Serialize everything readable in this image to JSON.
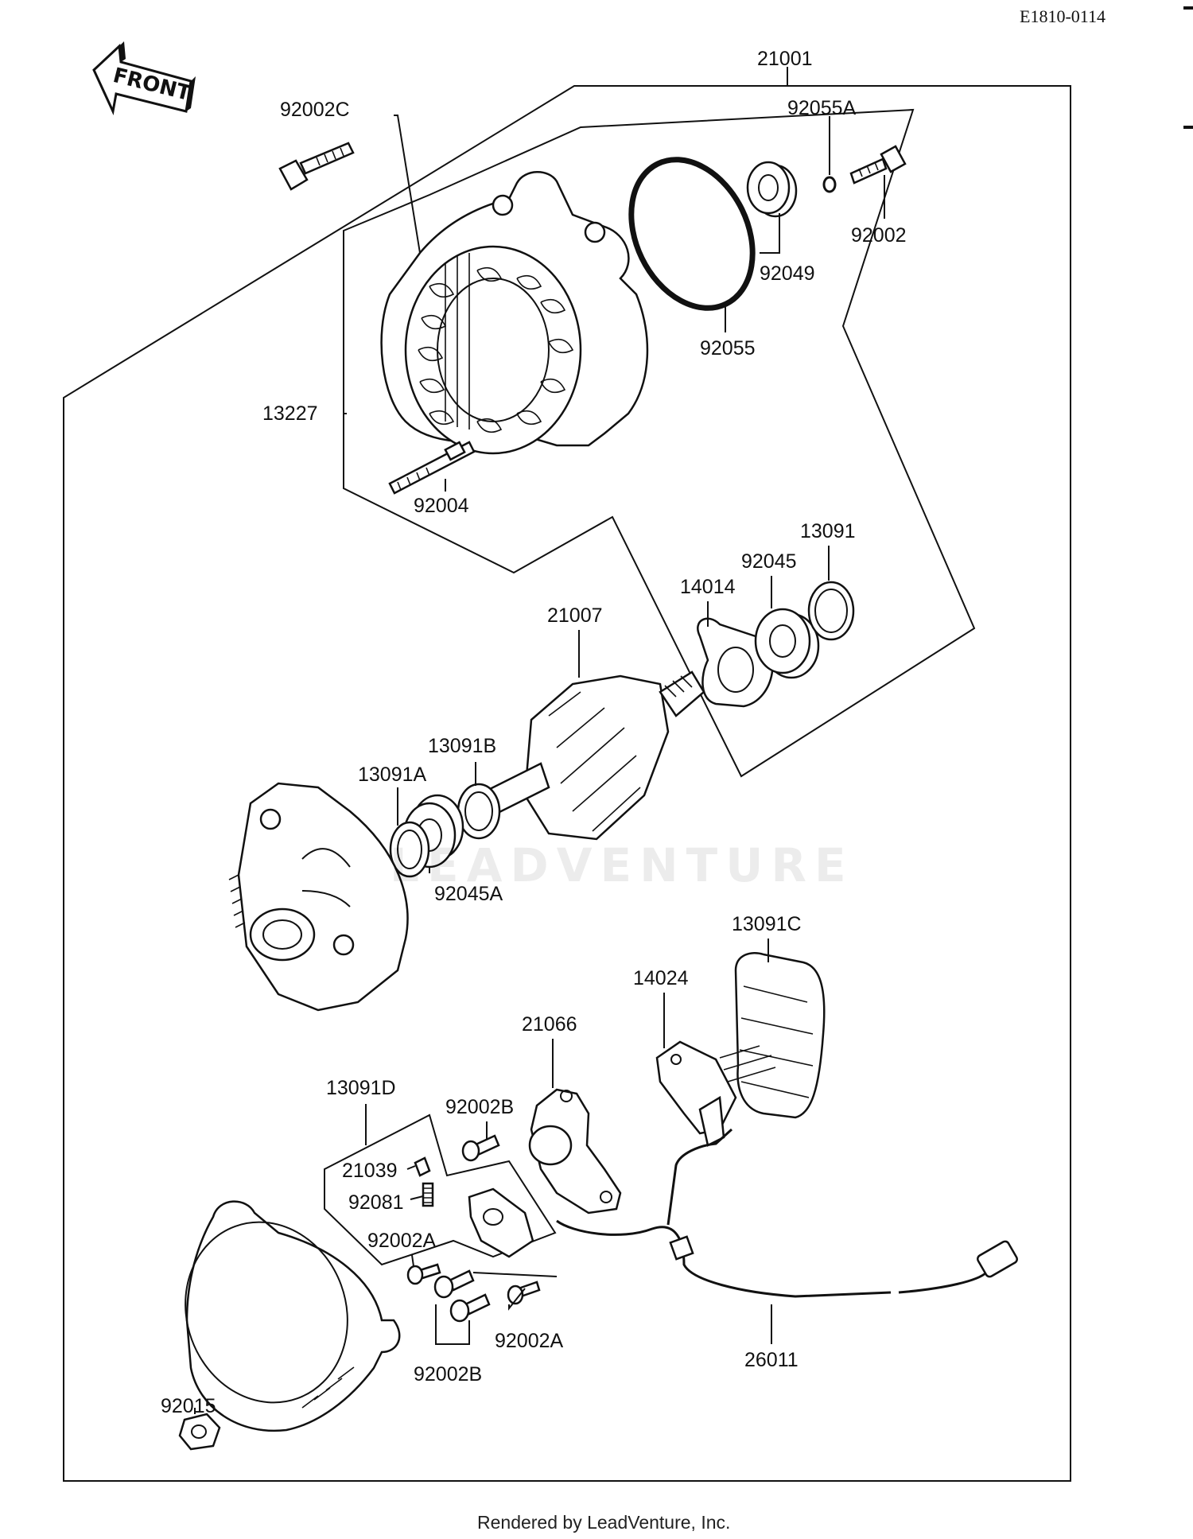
{
  "header": {
    "ref_code": "E1810-0114"
  },
  "front_arrow": {
    "label": "FRONT"
  },
  "watermark": "LEADVENTURE",
  "footer": {
    "credit": "Rendered by LeadVenture, Inc."
  },
  "callouts": {
    "p21001": "21001",
    "p92055A": "92055A",
    "p92002C": "92002C",
    "p92002": "92002",
    "p92049": "92049",
    "p92055": "92055",
    "p13227": "13227",
    "p92004": "92004",
    "p13091": "13091",
    "p92045": "92045",
    "p14014": "14014",
    "p21007": "21007",
    "p13091B": "13091B",
    "p13091A": "13091A",
    "p92045A": "92045A",
    "p13091C": "13091C",
    "p14024": "14024",
    "p21066": "21066",
    "p13091D": "13091D",
    "p92002B_top": "92002B",
    "p21039": "21039",
    "p92081": "92081",
    "p92002A_left": "92002A",
    "p92002A_right": "92002A",
    "p92002B_bottom": "92002B",
    "p26011": "26011",
    "p92015": "92015"
  }
}
